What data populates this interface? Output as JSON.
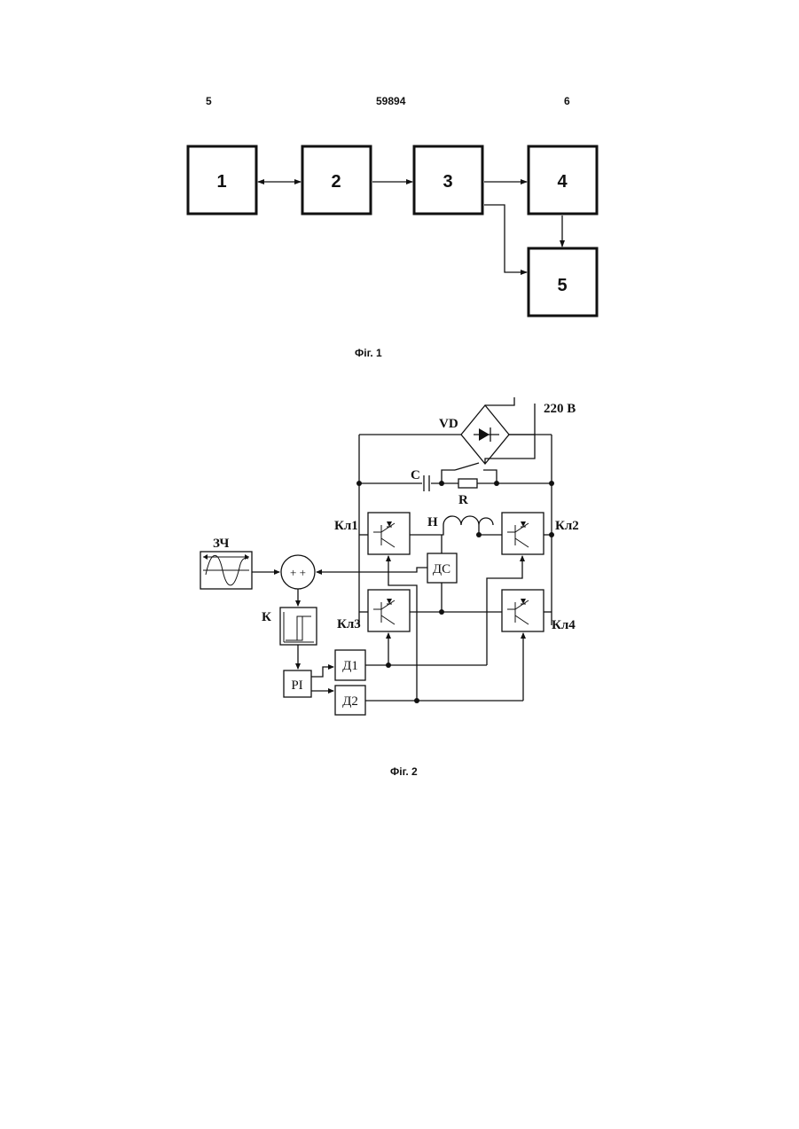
{
  "header": {
    "left_page": "5",
    "patent_number": "59894",
    "right_page": "6"
  },
  "figure1": {
    "caption": "Фіг. 1",
    "blocks": [
      {
        "label": "1"
      },
      {
        "label": "2"
      },
      {
        "label": "3"
      },
      {
        "label": "4"
      },
      {
        "label": "5"
      }
    ]
  },
  "figure2": {
    "caption": "Фіг. 2",
    "labels": {
      "vd": "VD",
      "voltage": "220 В",
      "c": "C",
      "r": "R",
      "h": "H",
      "kl1": "Кл1",
      "kl2": "Кл2",
      "kl3": "Кл3",
      "kl4": "Кл4",
      "zch": "ЗЧ",
      "k": "К",
      "ds": "ДС",
      "pi": "PI",
      "d1": "Д1",
      "d2": "Д2",
      "adder_signs": "+ +"
    }
  }
}
